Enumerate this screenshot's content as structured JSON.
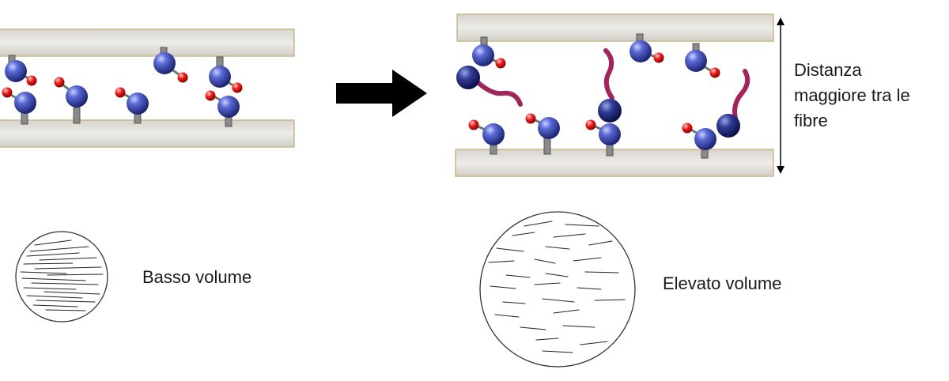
{
  "labels": {
    "distance_line1": "Distanza",
    "distance_line2": "maggiore tra le",
    "distance_line3": "fibre",
    "low_volume": "Basso volume",
    "high_volume": "Elevato volume"
  },
  "colors": {
    "fiber_fill": "#e4e1dc",
    "fiber_edge": "#c9b98a",
    "blue_atom": "#2d3a9a",
    "red_atom": "#e01818",
    "chain": "#a3245a",
    "stem": "#8a8a8a",
    "arrow": "#000000"
  }
}
